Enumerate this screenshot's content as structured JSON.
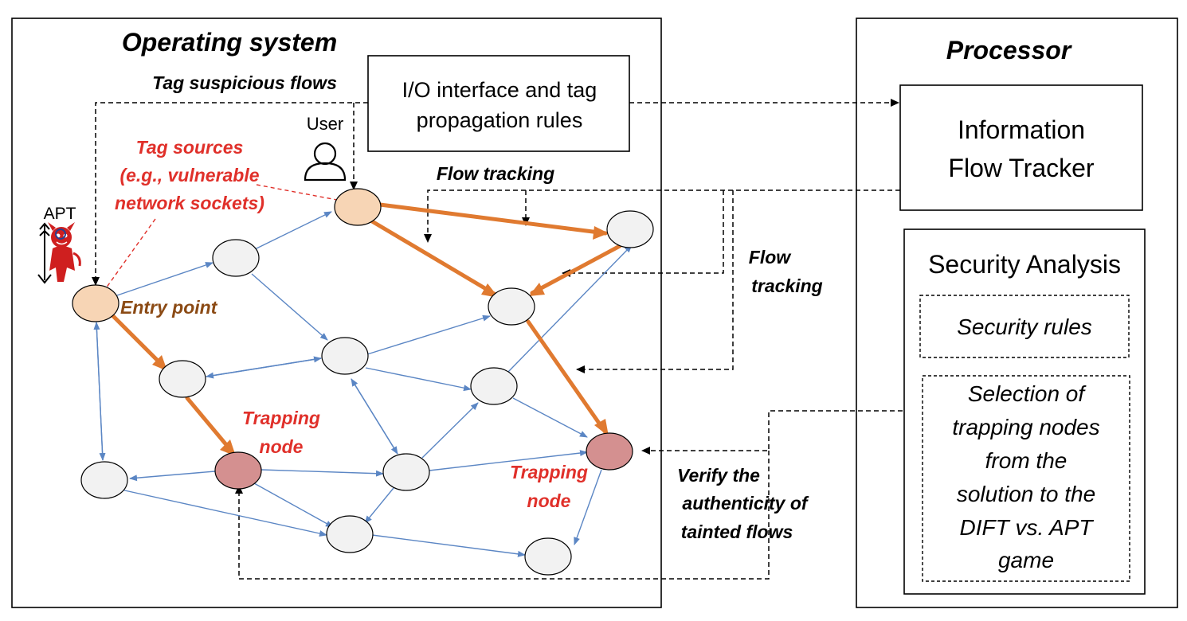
{
  "os": {
    "title": "Operating system",
    "io_box": [
      "I/O interface and tag",
      "propagation rules"
    ],
    "tag_suspicious": "Tag suspicious flows",
    "user_label": "User",
    "apt_label": "APT",
    "tag_sources": [
      "Tag sources",
      "(e.g., vulnerable",
      "network sockets)"
    ],
    "entry_point": "Entry point",
    "flow_tracking_top": "Flow tracking",
    "flow_tracking_side": [
      "Flow",
      "tracking"
    ],
    "trapping_node_1": [
      "Trapping",
      "node"
    ],
    "trapping_node_2": [
      "Trapping",
      "node"
    ],
    "verify": [
      "Verify the",
      "authenticity of",
      "tainted flows"
    ]
  },
  "processor": {
    "title": "Processor",
    "ift": [
      "Information",
      "Flow Tracker"
    ],
    "security_analysis": "Security Analysis",
    "security_rules": "Security rules",
    "selection": [
      "Selection of",
      "trapping nodes",
      "from the",
      "solution to the",
      "DIFT vs. APT",
      "game"
    ]
  },
  "colors": {
    "tainted_node": "#f7d5b5",
    "trap_node": "#d49090",
    "normal_node": "#f2f2f2",
    "thin_edge": "#5b86c4",
    "thick_edge": "#e07a30",
    "red_text": "#e0302a",
    "brown_text": "#8b4a14"
  }
}
